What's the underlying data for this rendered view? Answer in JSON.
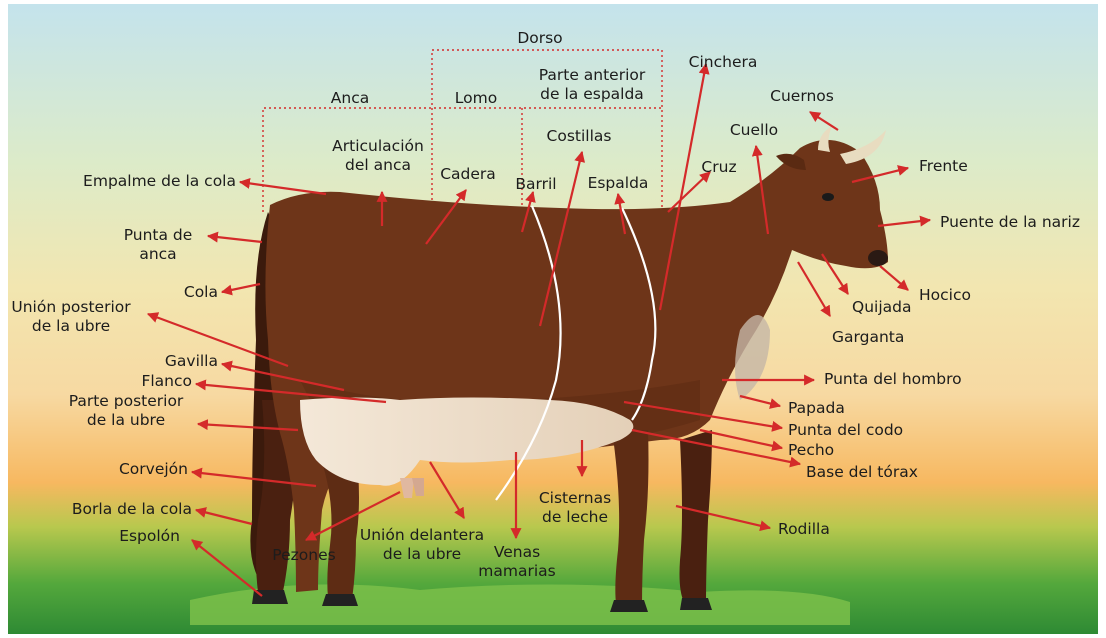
{
  "labels": {
    "dorso": "Dorso",
    "anca": "Anca",
    "lomo": "Lomo",
    "parte_anterior_espalda": [
      "Parte anterior",
      "de la espalda"
    ],
    "cinchera": "Cinchera",
    "cuernos": "Cuernos",
    "cuello": "Cuello",
    "frente": "Frente",
    "puente_nariz": "Puente de la nariz",
    "hocico": "Hocico",
    "quijada": "Quijada",
    "garganta": "Garganta",
    "articulacion_anca": [
      "Articulación",
      "del anca"
    ],
    "costillas": "Costillas",
    "cadera": "Cadera",
    "barril": "Barril",
    "espalda": "Espalda",
    "cruz": "Cruz",
    "empalme_cola": "Empalme de la cola",
    "punta_anca": [
      "Punta de",
      "anca"
    ],
    "cola": "Cola",
    "union_posterior_ubre": [
      "Unión posterior",
      "de la ubre"
    ],
    "gavilla": "Gavilla",
    "flanco": "Flanco",
    "parte_posterior_ubre": [
      "Parte posterior",
      "de la ubre"
    ],
    "corvejon": "Corvejón",
    "borla_cola": "Borla de la cola",
    "espolon": "Espolón",
    "pezones": "Pezones",
    "union_delantera_ubre": [
      "Unión delantera",
      "de la ubre"
    ],
    "venas_mamarias": [
      "Venas",
      "mamarias"
    ],
    "cisternas_leche": [
      "Cisternas",
      "de leche"
    ],
    "punta_hombro": "Punta del hombro",
    "papada": "Papada",
    "punta_codo": "Punta del codo",
    "pecho": "Pecho",
    "base_torax": "Base del tórax",
    "rodilla": "Rodilla"
  },
  "colors": {
    "arrow": "#d42a2a",
    "cow_body": "#6e3519",
    "cow_dark": "#4a2010",
    "udder": "#efe1cf",
    "sky_top": "#c6e4ec",
    "grass": "#3f9a3c"
  }
}
